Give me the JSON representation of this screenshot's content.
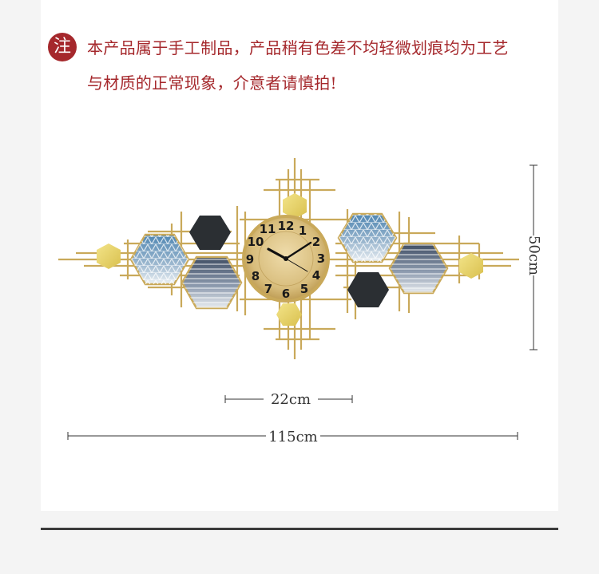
{
  "notice": {
    "badge": "注",
    "line1": "本产品属于手工制品，产品稍有色差不均轻微划痕均为工艺",
    "line2": "与材质的正常现象，介意者请慎拍!"
  },
  "clock": {
    "numerals": [
      "12",
      "1",
      "2",
      "3",
      "4",
      "5",
      "6",
      "7",
      "8",
      "9",
      "10",
      "11"
    ]
  },
  "dimensions": {
    "height": "50cm",
    "clock_diameter": "22cm",
    "total_width": "115cm"
  },
  "colors": {
    "accent_red": "#a5282c",
    "gold": "#c9a95a",
    "dark_hex": "#2b2f33",
    "yellow_hex": "#e8d66a",
    "blue_tint": "#6f93b4"
  }
}
